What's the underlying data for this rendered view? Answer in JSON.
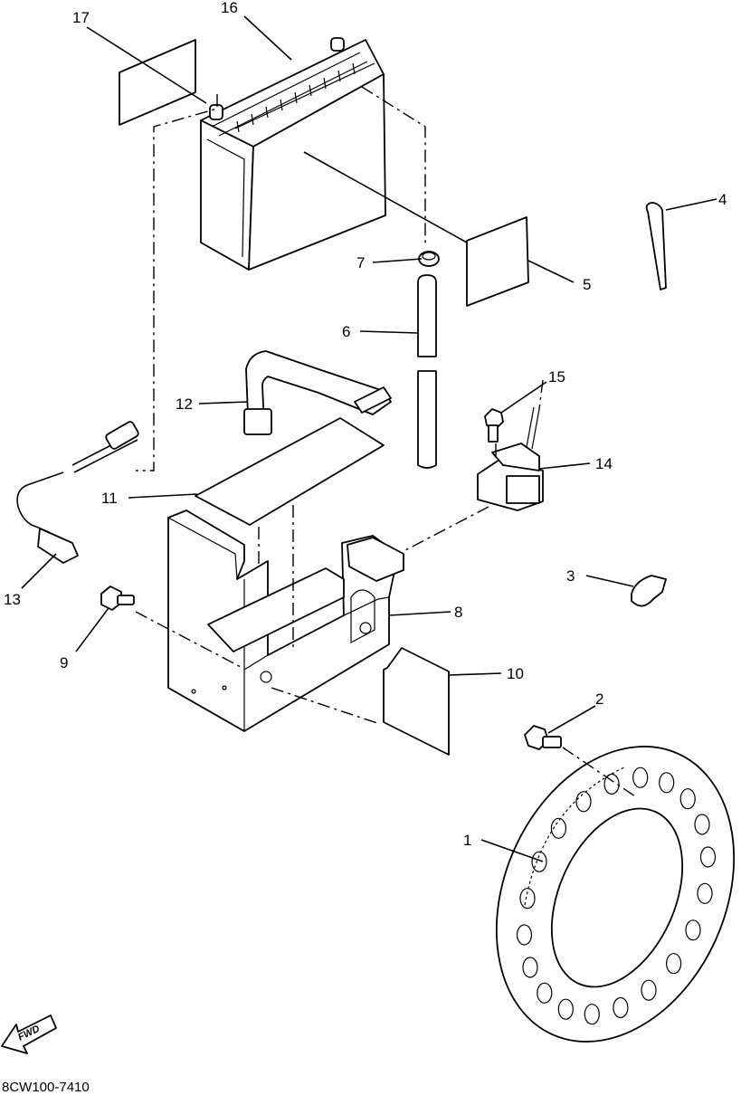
{
  "diagram": {
    "code": "8CW100-7410",
    "fwd_label": "FWD",
    "callouts": [
      {
        "id": "c1",
        "label": "1"
      },
      {
        "id": "c2",
        "label": "2"
      },
      {
        "id": "c3",
        "label": "3"
      },
      {
        "id": "c4",
        "label": "4"
      },
      {
        "id": "c5",
        "label": "5"
      },
      {
        "id": "c6",
        "label": "6"
      },
      {
        "id": "c7",
        "label": "7"
      },
      {
        "id": "c8",
        "label": "8"
      },
      {
        "id": "c9",
        "label": "9"
      },
      {
        "id": "c10",
        "label": "10"
      },
      {
        "id": "c11",
        "label": "11"
      },
      {
        "id": "c12",
        "label": "12"
      },
      {
        "id": "c13",
        "label": "13"
      },
      {
        "id": "c14",
        "label": "14"
      },
      {
        "id": "c15",
        "label": "15"
      },
      {
        "id": "c16",
        "label": "16"
      },
      {
        "id": "c17",
        "label": "17"
      }
    ]
  }
}
